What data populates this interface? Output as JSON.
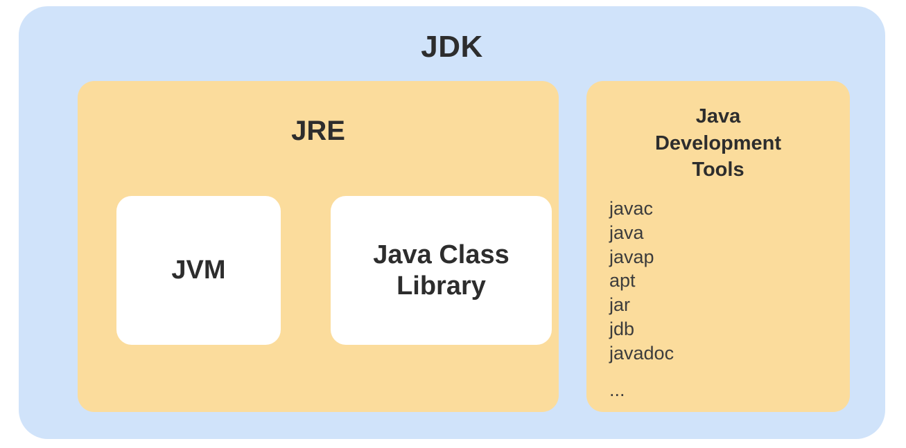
{
  "diagram": {
    "title": "JDK",
    "colors": {
      "outer_background": "#d0e3fa",
      "panel_background": "#fbdc9c",
      "card_background": "#ffffff",
      "title_text": "#2d2d2d",
      "list_text": "#3c3c3c",
      "page_background": "#ffffff"
    },
    "jre": {
      "title": "JRE",
      "cards": [
        {
          "label": "JVM"
        },
        {
          "label": "Java Class\nLibrary"
        }
      ]
    },
    "tools": {
      "title": "Java\nDevelopment\nTools",
      "items": [
        {
          "name": "javac",
          "spaced": false
        },
        {
          "name": "java",
          "spaced": false
        },
        {
          "name": "javap",
          "spaced": false
        },
        {
          "name": "apt",
          "spaced": false
        },
        {
          "name": "jar",
          "spaced": false
        },
        {
          "name": "jdb",
          "spaced": false
        },
        {
          "name": "javadoc",
          "spaced": false
        },
        {
          "name": "...",
          "spaced": true
        }
      ]
    }
  }
}
